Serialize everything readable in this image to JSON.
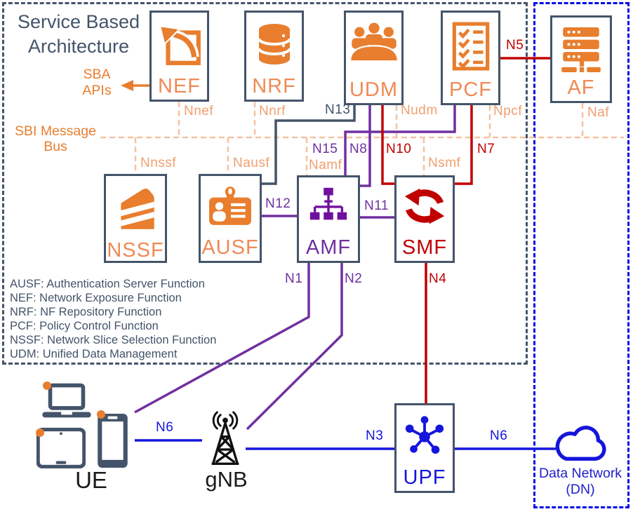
{
  "diagram": {
    "title": "Service Based Architecture",
    "sba_apis": "SBA APIs",
    "sbi_bus": "SBI Message Bus"
  },
  "nodes": {
    "nef": {
      "label": "NEF"
    },
    "nrf": {
      "label": "NRF"
    },
    "udm": {
      "label": "UDM"
    },
    "pcf": {
      "label": "PCF"
    },
    "af": {
      "label": "AF"
    },
    "nssf": {
      "label": "NSSF"
    },
    "ausf": {
      "label": "AUSF"
    },
    "amf": {
      "label": "AMF"
    },
    "smf": {
      "label": "SMF"
    },
    "upf": {
      "label": "UPF"
    },
    "ue": {
      "label": "UE"
    },
    "gnb": {
      "label": "gNB"
    },
    "dn": {
      "label": "Data Network (DN)"
    }
  },
  "interfaces": {
    "nnef": "Nnef",
    "nnrf": "Nnrf",
    "nudm": "Nudm",
    "npcf": "Npcf",
    "naf": "Naf",
    "nnssf": "Nnssf",
    "nausf": "Nausf",
    "namf": "Namf",
    "nsmf": "Nsmf",
    "n13": "N13",
    "n15": "N15",
    "n8": "N8",
    "n10": "N10",
    "n7": "N7",
    "n5": "N5",
    "n12": "N12",
    "n11": "N11",
    "n1": "N1",
    "n2": "N2",
    "n4": "N4",
    "n6_ue": "N6",
    "n3": "N3",
    "n6_dn": "N6"
  },
  "legend": [
    "AUSF: Authentication Server Function",
    "NEF: Network Exposure Function",
    "NRF: NF Repository Function",
    "PCF: Policy Control Function",
    "NSSF: Network Slice Selection Function",
    "UDM: Unified Data Management"
  ],
  "colors": {
    "slate": "#44546A",
    "orange": "#E87E2E",
    "coral": "#EF8A55",
    "light_orange": "#F5C3A0",
    "purple": "#7030A0",
    "red": "#C00000",
    "blue": "#1515DC",
    "dn_border_blue": "#0008E8"
  }
}
